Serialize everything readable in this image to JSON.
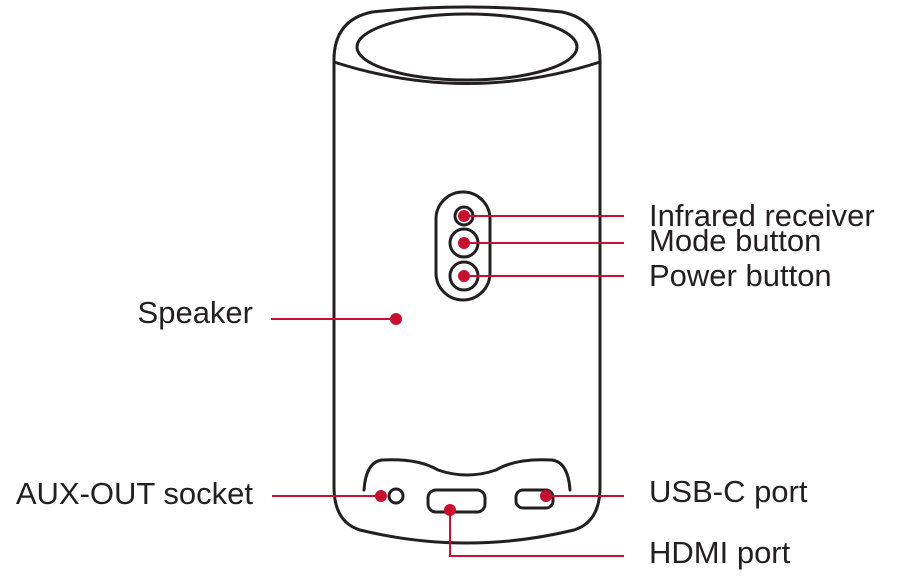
{
  "colors": {
    "outline": "#231f20",
    "accent": "#c8102e",
    "background": "#ffffff"
  },
  "labels": {
    "infrared_receiver": "Infrared receiver",
    "mode_button": "Mode button",
    "power_button": "Power button",
    "speaker": "Speaker",
    "aux_out_socket": "AUX-OUT socket",
    "usb_c_port": "USB-C port",
    "hdmi_port": "HDMI port"
  }
}
